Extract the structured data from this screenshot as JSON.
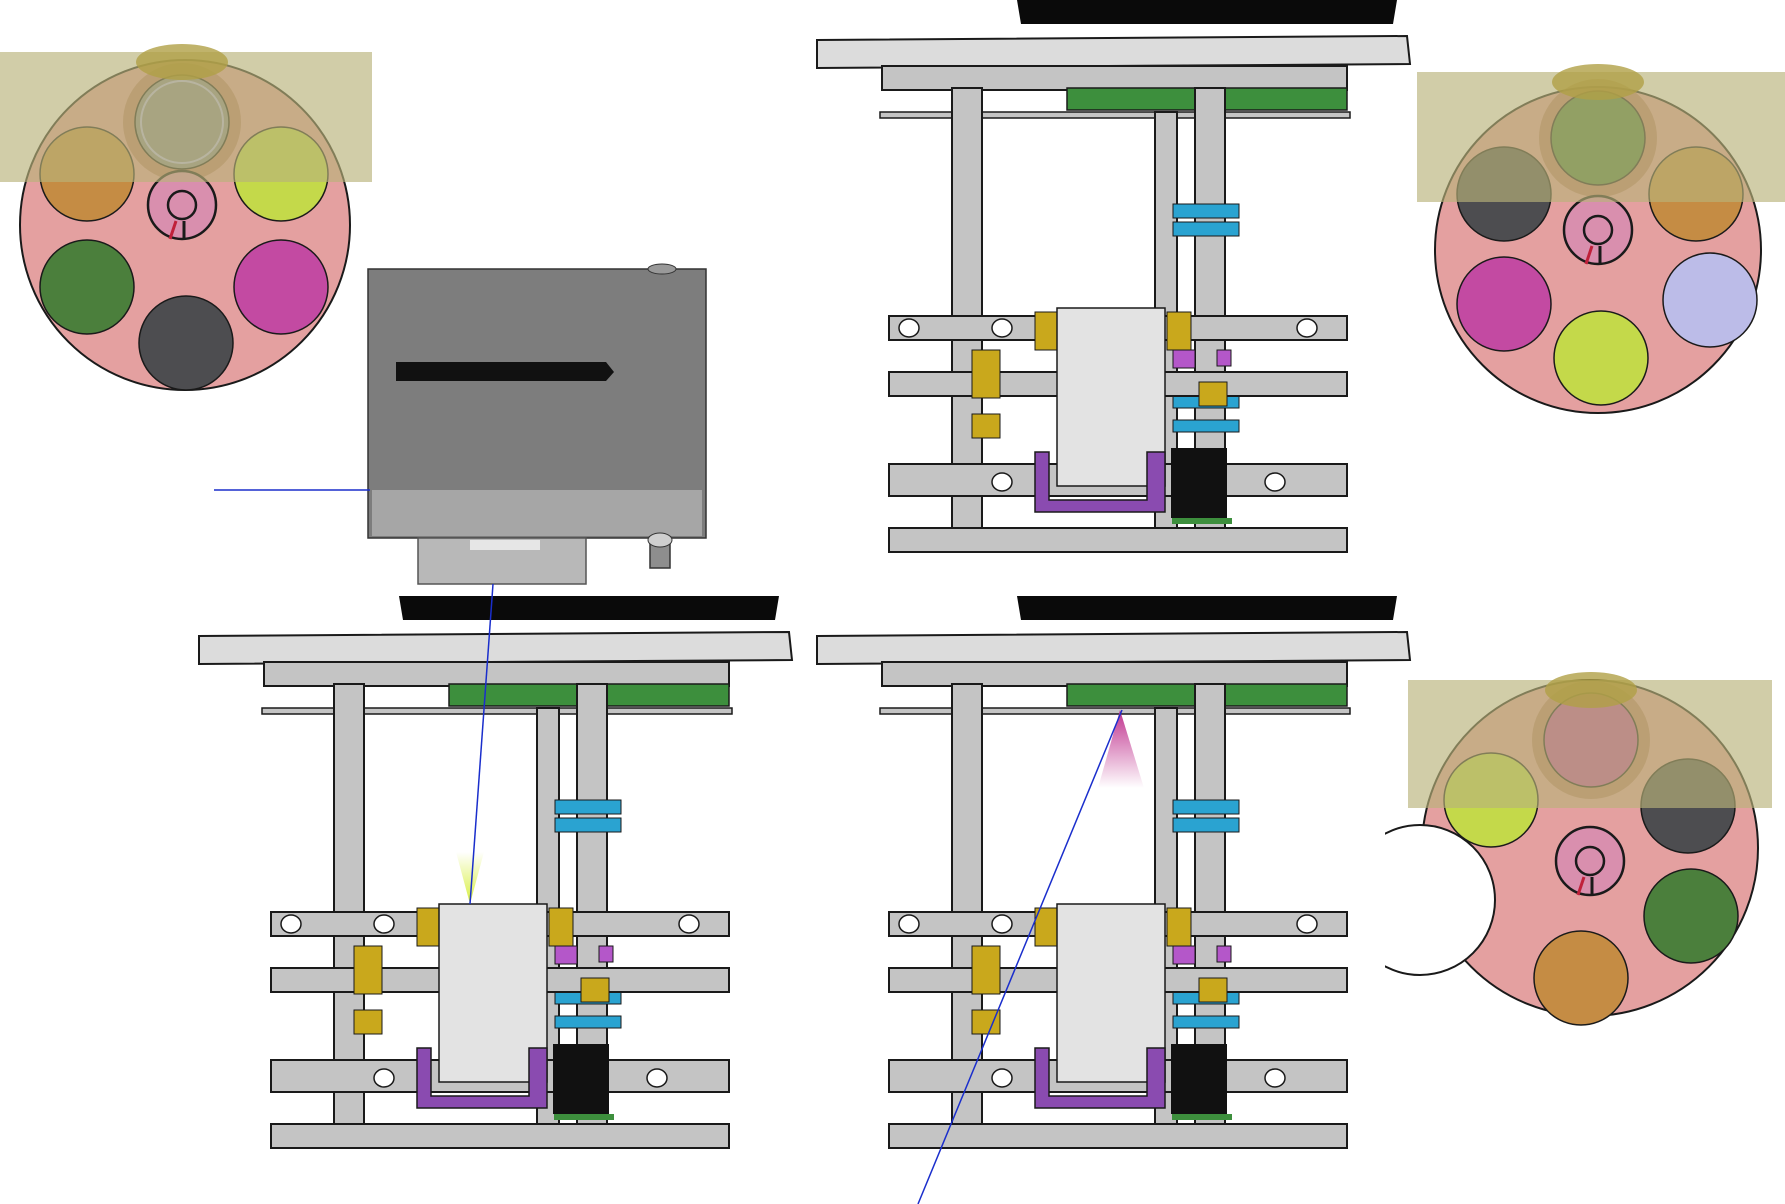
{
  "diagram": {
    "colors": {
      "background": "#ffffff",
      "frame_gray": "#c4c4c4",
      "frame_light": "#dcdcdc",
      "outline": "#1a1a1a",
      "dark_plate": "#0a0a0a",
      "green": "#3d8f3d",
      "blue": "#2aa3d1",
      "yellow": "#c9a81c",
      "purple": "#8a4bb0",
      "purple_bright": "#b457c9",
      "white_box": "#e3e3e3",
      "camera_gray": "#7d7d7d",
      "beam_line": "#1a2ecc",
      "beam_yellow": "#d7ef3b",
      "beam_magenta": "#c0348f",
      "wheel_body": "#e4a0a0",
      "wheel_mask": "#b9b27a",
      "hub": "#d98fae"
    },
    "wheel_filter_colors": {
      "olive": "#b0a046",
      "gray": "#8a8a8f",
      "orange": "#c58c44",
      "lime": "#c4d94a",
      "green": "#4b7f3c",
      "magenta": "#c34aa2",
      "dark": "#4d4d50",
      "lavender": "#bcbce8"
    },
    "wheels": [
      {
        "id": "wheel-1",
        "variant": "full",
        "selected": "gray",
        "filters": [
          "gray",
          "lime",
          "magenta",
          "dark",
          "green",
          "orange"
        ]
      },
      {
        "id": "wheel-2",
        "variant": "full",
        "selected": "green",
        "filters": [
          "green",
          "orange",
          "lavender",
          "lime",
          "magenta",
          "dark"
        ]
      },
      {
        "id": "wheel-3",
        "variant": "notched",
        "selected": "magenta",
        "filters": [
          "magenta",
          "dark",
          "green",
          "orange",
          "lime"
        ]
      }
    ],
    "assemblies": [
      {
        "id": "assembly-top-right",
        "beam": "none"
      },
      {
        "id": "assembly-bottom-left",
        "beam": "yellow"
      },
      {
        "id": "assembly-bottom-right",
        "beam": "magenta"
      }
    ],
    "components": [
      "camera",
      "light-beam-lines",
      "filter-wheels",
      "stage-assemblies"
    ]
  }
}
